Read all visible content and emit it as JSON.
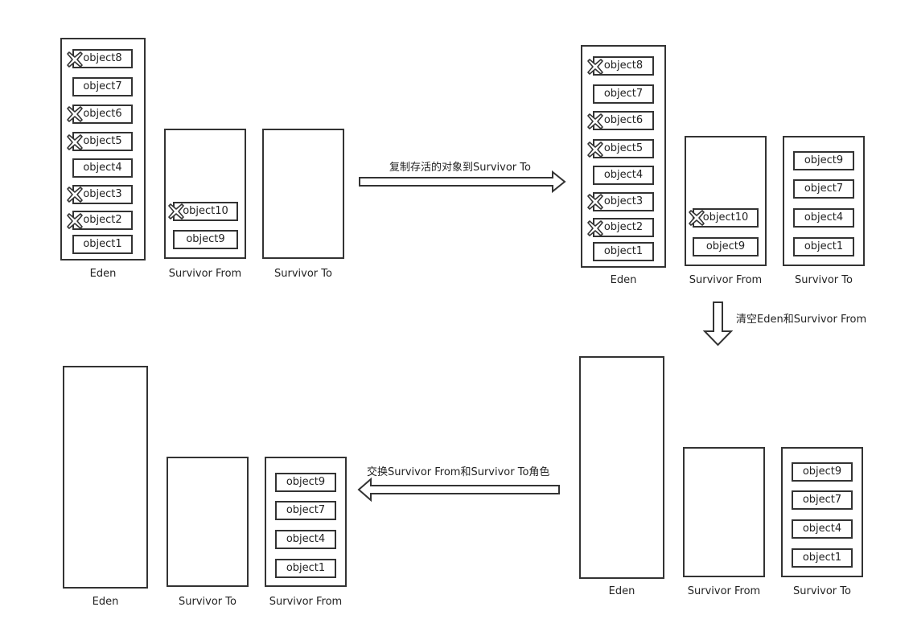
{
  "panels": [
    {
      "id": "p1",
      "eden": [
        "object8",
        "object7",
        "object6",
        "object5",
        "object4",
        "object3",
        "object2",
        "object1"
      ],
      "eden_collected": [
        true,
        false,
        true,
        true,
        false,
        true,
        true,
        false
      ],
      "survivor_a": [
        "object10",
        "object9"
      ],
      "survivor_a_collected": [
        true,
        false
      ],
      "survivor_b": [],
      "labels": [
        "Eden",
        "Survivor From",
        "Survivor To"
      ]
    },
    {
      "id": "p2",
      "eden": [
        "object8",
        "object7",
        "object6",
        "object5",
        "object4",
        "object3",
        "object2",
        "object1"
      ],
      "eden_collected": [
        true,
        false,
        true,
        true,
        false,
        true,
        true,
        false
      ],
      "survivor_a": [
        "object10",
        "object9"
      ],
      "survivor_a_collected": [
        true,
        false
      ],
      "survivor_b": [
        "object9",
        "object7",
        "object4",
        "object1"
      ],
      "labels": [
        "Eden",
        "Survivor From",
        "Survivor To"
      ]
    },
    {
      "id": "p3",
      "eden": [],
      "survivor_a": [],
      "survivor_b": [
        "object9",
        "object7",
        "object4",
        "object1"
      ],
      "labels": [
        "Eden",
        "Survivor From",
        "Survivor To"
      ]
    },
    {
      "id": "p4",
      "eden": [],
      "survivor_a": [],
      "survivor_b": [
        "object9",
        "object7",
        "object4",
        "object1"
      ],
      "labels": [
        "Eden",
        "Survivor To",
        "Survivor From"
      ]
    }
  ],
  "steps": [
    "复制存活的对象到Survivor To",
    "清空Eden和Survivor From",
    "交换Survivor From和Survivor To角色"
  ],
  "colors": {
    "stroke": "#333333",
    "background": "#ffffff"
  }
}
